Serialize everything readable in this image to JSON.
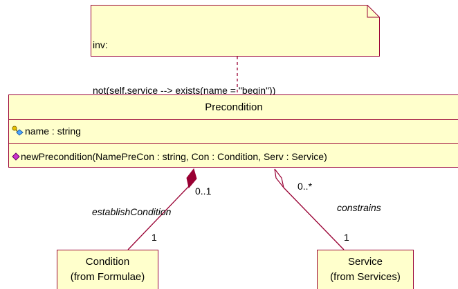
{
  "note": {
    "lines": [
      "inv:",
      "not(self.service --> exists(name = \"begin\"))"
    ]
  },
  "classes": {
    "precondition": {
      "name": "Precondition",
      "attributes": [
        "name : string"
      ],
      "operations": [
        "newPrecondition(NamePreCon : string, Con : Condition, Serv : Service)"
      ]
    },
    "condition": {
      "name": "Condition",
      "from": "(from Formulae)"
    },
    "service": {
      "name": "Service",
      "from": "(from Services)"
    }
  },
  "associations": {
    "establish": {
      "name": "establishCondition",
      "multiplicity_whole": "0..1",
      "multiplicity_part": "1"
    },
    "constrains": {
      "name": "constrains",
      "multiplicity_whole": "0..*",
      "multiplicity_part": "1"
    }
  },
  "colors": {
    "note_fill": "#ffffcc",
    "class_fill": "#ffffcc",
    "outline": "#990033"
  },
  "icons": {
    "attribute": "key-diamond-icon",
    "operation": "purple-diamond-icon"
  }
}
